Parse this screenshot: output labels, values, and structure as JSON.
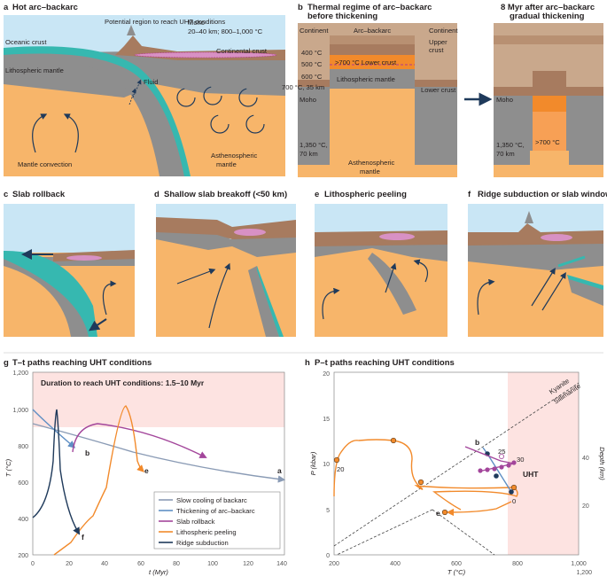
{
  "colors": {
    "sky": "#c9e6f5",
    "crust": "#a77b5f",
    "crust_light": "#c9a88c",
    "mantle": "#8e8e8e",
    "astheno": "#f7b56a",
    "slab": "#36b8b0",
    "uht": "#d891c4",
    "hot": "#f28a2b",
    "navy": "#1f3a5b",
    "pink": "#fde3e1"
  },
  "panel_a": {
    "letter": "a",
    "title": "Hot arc–backarc",
    "moho": "Moho",
    "moho_vals": "20–40 km; 800–1,000 °C",
    "uht_region": "Potential region to reach UHT conditions",
    "oceanic_crust": "Oceanic crust",
    "continental_crust": "Continental crust",
    "litho_mantle": "Lithospheric mantle",
    "fluid": "Fluid",
    "mantle_convection": "Mantle convection",
    "astheno_mantle_1": "Asthenospheric",
    "astheno_mantle_2": "mantle"
  },
  "panel_b": {
    "letter": "b",
    "title_1": "Thermal regime of arc–backarc",
    "title_2": "before thickening",
    "continent_left": "Continent",
    "arc_backarc": "Arc–backarc",
    "continent_right": "Continent",
    "upper_crust_1": "Upper",
    "upper_crust_2": "crust",
    "t400": "400 °C",
    "t500": "500 °C",
    "t600": "600 °C",
    "lower_crust_hot": ">700 °C Lower crust",
    "moho_700": "700 °C, 35 km",
    "litho_mantle": "Lithospheric mantle",
    "lower_crust": "Lower crust",
    "moho": "Moho",
    "t1350_1": "1,350 °C,",
    "t1350_2": "70 km",
    "astheno_1": "Asthenospheric",
    "astheno_2": "mantle",
    "after_title_1": "8 Myr after arc–backarc",
    "after_title_2": "gradual thickening",
    "after_moho": "Moho",
    "after_hot": ">700 °C",
    "after_t1350_1": "1,350 °C,",
    "after_t1350_2": "70 km"
  },
  "panels_small": [
    {
      "letter": "c",
      "title": "Slab rollback"
    },
    {
      "letter": "d",
      "title": "Shallow slab breakoff (<50 km)"
    },
    {
      "letter": "e",
      "title": "Lithospheric peeling"
    },
    {
      "letter": "f",
      "title": "Ridge subduction or slab window"
    }
  ],
  "panel_g": {
    "letter": "g",
    "title": "T–t paths reaching UHT conditions",
    "duration": "Duration to reach UHT conditions: 1.5–10 Myr",
    "ylabel": "T (°C)",
    "xlabel": "t (Myr)",
    "yticks": [
      "1,200",
      "1,000",
      "800",
      "600",
      "400",
      "200"
    ],
    "xticks": [
      "0",
      "20",
      "40",
      "60",
      "80",
      "100",
      "120",
      "140"
    ],
    "path_labels": [
      "a",
      "b",
      "e",
      "f"
    ],
    "legend": [
      {
        "name": "Slow cooling of backarc",
        "color": "#8a9bb5"
      },
      {
        "name": "Thickening of arc–backarc",
        "color": "#5f8fc4"
      },
      {
        "name": "Slab rollback",
        "color": "#a3469b"
      },
      {
        "name": "Lithospheric peeling",
        "color": "#f28a2b"
      },
      {
        "name": "Ridge subduction",
        "color": "#1f3a5b"
      }
    ]
  },
  "panel_h": {
    "letter": "h",
    "title": "P–t paths reaching UHT conditions",
    "ylabel": "P (kbar)",
    "xlabel": "T (°C)",
    "ylabel_right": "Depth (km)",
    "yticks": [
      "20",
      "15",
      "10",
      "5",
      "0"
    ],
    "xticks": [
      "200",
      "400",
      "600",
      "800",
      "1,000",
      "1,200"
    ],
    "depth_ticks": [
      "40",
      "20"
    ],
    "kyanite": "Kyanite",
    "sillimanite": "Sillimanite",
    "uht": "UHT",
    "pt_labels": [
      "20",
      "25",
      "30",
      "0"
    ],
    "path_labels": [
      "b",
      "e"
    ]
  }
}
